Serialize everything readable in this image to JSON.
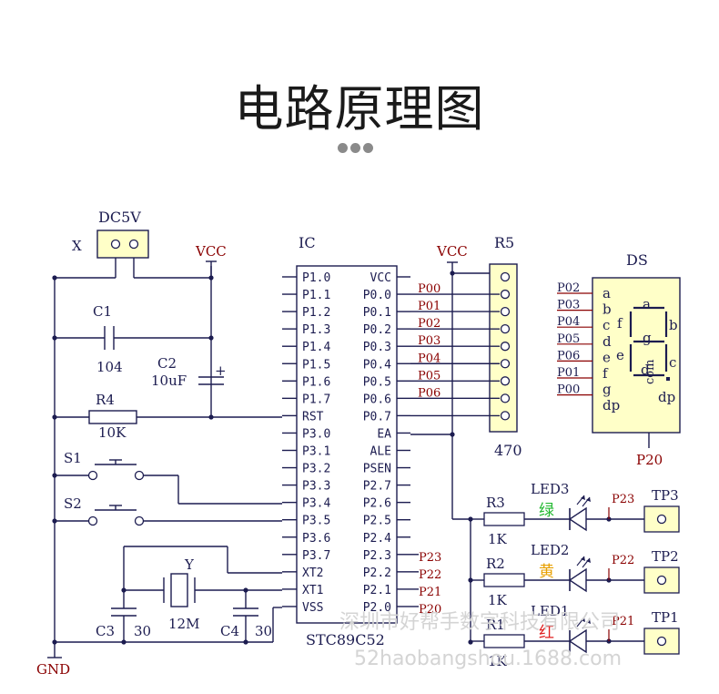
{
  "title": "电路原理图",
  "ic": {
    "designator": "IC",
    "part": "STC89C52",
    "left_pins": [
      "P1.0",
      "P1.1",
      "P1.2",
      "P1.3",
      "P1.4",
      "P1.5",
      "P1.6",
      "P1.7",
      "RST",
      "P3.0",
      "P3.1",
      "P3.2",
      "P3.3",
      "P3.4",
      "P3.5",
      "P3.6",
      "P3.7",
      "XT2",
      "XT1",
      "VSS"
    ],
    "right_pins": [
      "VCC",
      "P0.0",
      "P0.1",
      "P0.2",
      "P0.3",
      "P0.4",
      "P0.5",
      "P0.6",
      "P0.7",
      "EA",
      "ALE",
      "PSEN",
      "P2.7",
      "P2.6",
      "P2.5",
      "P2.4",
      "P2.3",
      "P2.2",
      "P2.1",
      "P2.0"
    ]
  },
  "nets": {
    "p0": [
      "P00",
      "P01",
      "P02",
      "P03",
      "P04",
      "P05",
      "P06"
    ],
    "p2": [
      "P23",
      "P22",
      "P21",
      "P20"
    ]
  },
  "power": {
    "dc": "DC5V",
    "x": "X",
    "vcc1": "VCC",
    "vcc2": "VCC",
    "gnd": "GND"
  },
  "parts": {
    "c1": "C1",
    "c1_val": "104",
    "c2": "C2",
    "c2_val": "10uF",
    "plus": "+",
    "r4": "R4",
    "r4_val": "10K",
    "s1": "S1",
    "s2": "S2",
    "y": "Y",
    "y_val": "12M",
    "c3": "C3",
    "c3_val": "30",
    "c4": "C4",
    "c4_val": "30",
    "r5": "R5",
    "r5_val": "470"
  },
  "display": {
    "designator": "DS",
    "nets": [
      "P02",
      "P03",
      "P04",
      "P05",
      "P06",
      "P01",
      "P00"
    ],
    "pins": [
      "a",
      "b",
      "c",
      "d",
      "e",
      "f",
      "g",
      "dp"
    ],
    "seg_labels": {
      "a": "a",
      "b": "b",
      "c": "c",
      "d": "d",
      "e": "e",
      "f": "f",
      "g": "g",
      "dp": "dp"
    },
    "com": "com",
    "bottom_net": "P20"
  },
  "leds": [
    {
      "name": "LED3",
      "color_label": "绿",
      "color": "#22b830",
      "res": "R3",
      "res_val": "1K",
      "net": "P23",
      "tp": "TP3"
    },
    {
      "name": "LED2",
      "color_label": "黄",
      "color": "#e8a000",
      "res": "R2",
      "res_val": "1K",
      "net": "P22",
      "tp": "TP2"
    },
    {
      "name": "LED1",
      "color_label": "红",
      "color": "#e02020",
      "res": "R1",
      "res_val": "1K",
      "net": "P21",
      "tp": "TP1"
    }
  ],
  "watermark": {
    "line1": "深圳市好帮手数字科技有限公司",
    "line2": "52haobangshou.1688.com"
  },
  "colors": {
    "wire": "#1c1c50",
    "net_label": "#8a0000",
    "text": "#1c1c50",
    "fill": "#ffffc8",
    "ground": "#1c1c50"
  }
}
